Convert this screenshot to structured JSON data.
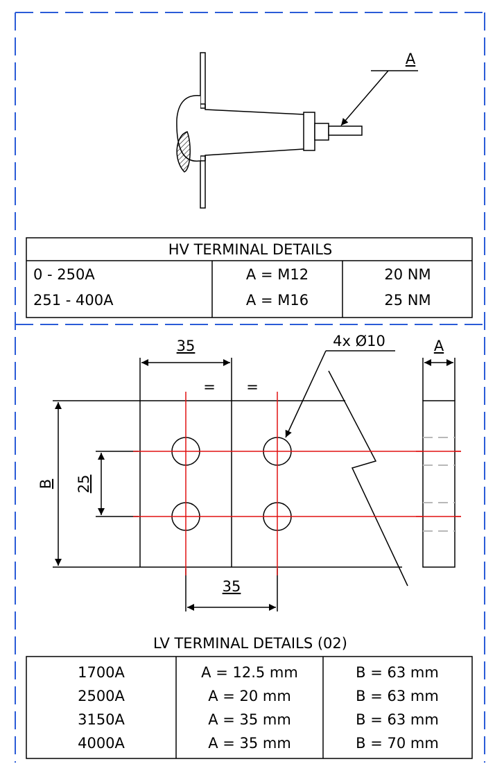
{
  "hv": {
    "label_a": "A",
    "table": {
      "title": "HV TERMINAL DETAILS",
      "rows": [
        {
          "current": "0 - 250A",
          "a": "A = M12",
          "torque": "20 NM"
        },
        {
          "current": "251 - 400A",
          "a": "A = M16",
          "torque": "25 NM"
        }
      ]
    }
  },
  "lv": {
    "dim_top": "35",
    "dim_bottom": "35",
    "hole_note": "4x Ø10",
    "equal_mark": "=",
    "label_a": "A",
    "label_b": "B",
    "dim_vertical": "25",
    "table": {
      "title": "LV TERMINAL DETAILS (02)",
      "rows": [
        {
          "current": "1700A",
          "a": "A = 12.5 mm",
          "b": "B = 63 mm"
        },
        {
          "current": "2500A",
          "a": "A = 20 mm",
          "b": "B = 63 mm"
        },
        {
          "current": "3150A",
          "a": "A = 35 mm",
          "b": "B = 63 mm"
        },
        {
          "current": "4000A",
          "a": "A = 35 mm",
          "b": "B = 70 mm"
        }
      ]
    }
  },
  "colors": {
    "border_dash": "#2a5bd7",
    "centerline": "#e01010",
    "hidden_line": "#b8b8b8",
    "line": "#000000"
  }
}
